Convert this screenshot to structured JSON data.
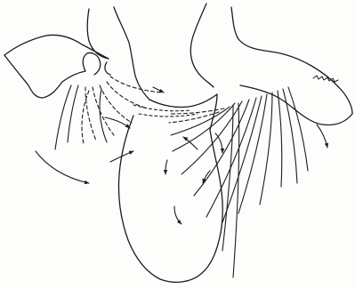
{
  "figure": {
    "label": "",
    "colors": {
      "ink": "#1c1c1c",
      "paper": "#fdfdfc"
    },
    "parts": [
      "left-appendage",
      "right-appendage",
      "central-lobe",
      "setae-fan-left",
      "setae-fan-right",
      "water-current-arrows"
    ]
  }
}
